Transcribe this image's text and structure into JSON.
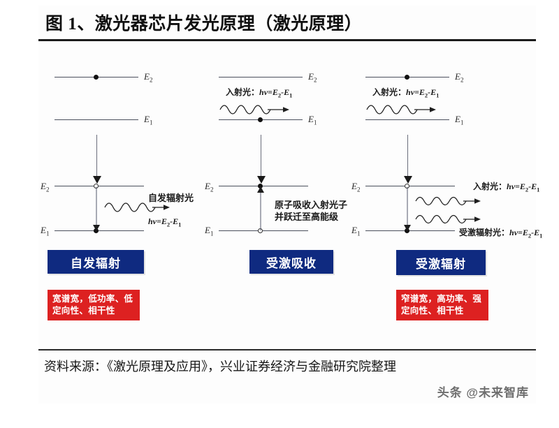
{
  "figure": {
    "title": "图 1、激光器芯片发光原理（激光原理）",
    "source": "资料来源：《激光原理及应用》，兴业证券经济与金融研究院整理",
    "watermark": "头条 @未来智库",
    "colors": {
      "blue_box": "#0f2a80",
      "red_box": "#dd2121",
      "line": "#4a4f5c",
      "rule": "#1b1b1b"
    }
  },
  "panels": [
    {
      "id": "spontaneous-emission",
      "title": "自发辐射",
      "title_box_color": "#0f2a80",
      "note": "宽谱宽，低功率、低定向性、相干性",
      "note_box_color": "#dd2121",
      "upper": {
        "level_high_label": "E",
        "level_high_sub": "2",
        "level_low_label": "E",
        "level_low_sub": "1",
        "electron_on": "high",
        "electron_style": "filled",
        "incident_label": "",
        "incident_eq": ""
      },
      "lower": {
        "level_high_label": "E",
        "level_high_sub": "2",
        "level_low_label": "E",
        "level_low_sub": "1",
        "label_side": "left",
        "transition": "down",
        "marker_high": "open",
        "marker_low": "filled",
        "annotations": [
          {
            "text": "自发辐射光",
            "type": "cn"
          },
          {
            "eq_prefix": "hν=E",
            "eq_sub1": "2",
            "eq_mid": "-E",
            "eq_sub2": "1",
            "type": "eq"
          }
        ],
        "wave_count": 1
      }
    },
    {
      "id": "stimulated-absorption",
      "title": "受激吸收",
      "title_box_color": "#0f2a80",
      "note": "",
      "note_box_color": "",
      "upper": {
        "level_high_label": "E",
        "level_high_sub": "2",
        "level_low_label": "E",
        "level_low_sub": "1",
        "electron_on": "low",
        "electron_style": "filled",
        "incident_label": "入射光：",
        "incident_eq_prefix": "hν=E",
        "incident_eq_sub1": "2",
        "incident_eq_mid": "-E",
        "incident_eq_sub2": "1"
      },
      "lower": {
        "level_high_label": "E",
        "level_high_sub": "2",
        "level_low_label": "E",
        "level_low_sub": "1",
        "label_side": "left",
        "transition": "up",
        "marker_high": "filled",
        "marker_low": "open",
        "annotations": [
          {
            "text": "原子吸收入射光子",
            "type": "cn"
          },
          {
            "text": "并跃迁至高能级",
            "type": "cn"
          }
        ],
        "wave_count": 0
      }
    },
    {
      "id": "stimulated-emission",
      "title": "受激辐射",
      "title_box_color": "#0f2a80",
      "note": "窄谱宽，高功率、强定向性、相干性",
      "note_box_color": "#dd2121",
      "upper": {
        "level_high_label": "E",
        "level_high_sub": "2",
        "level_low_label": "E",
        "level_low_sub": "1",
        "electron_on": "high",
        "electron_style": "filled",
        "incident_label": "入射光：",
        "incident_eq_prefix": "hν=E",
        "incident_eq_sub1": "2",
        "incident_eq_mid": "-E",
        "incident_eq_sub2": "1"
      },
      "lower": {
        "level_high_label": "E",
        "level_high_sub": "2",
        "level_low_label": "E",
        "level_low_sub": "1",
        "label_side": "left",
        "transition": "down",
        "marker_high": "open",
        "marker_low": "filled",
        "annotations": [
          {
            "text": "入射光：",
            "type": "cn"
          },
          {
            "text": "受激辐射光：",
            "type": "cn"
          }
        ],
        "wave_count": 2
      }
    }
  ],
  "labels": {
    "E2": "E",
    "E2_sub": "2",
    "E1": "E",
    "E1_sub": "1",
    "incident_cn": "入射光：",
    "spont_light_cn": "自发辐射光",
    "stim_light_cn": "受激辐射光：",
    "absorb_line1": "原子吸收入射光子",
    "absorb_line2": "并跃迁至高能级",
    "eq_h": "hν=E",
    "eq_sub_2": "2",
    "eq_minus_E": "-E",
    "eq_sub_1": "1"
  }
}
